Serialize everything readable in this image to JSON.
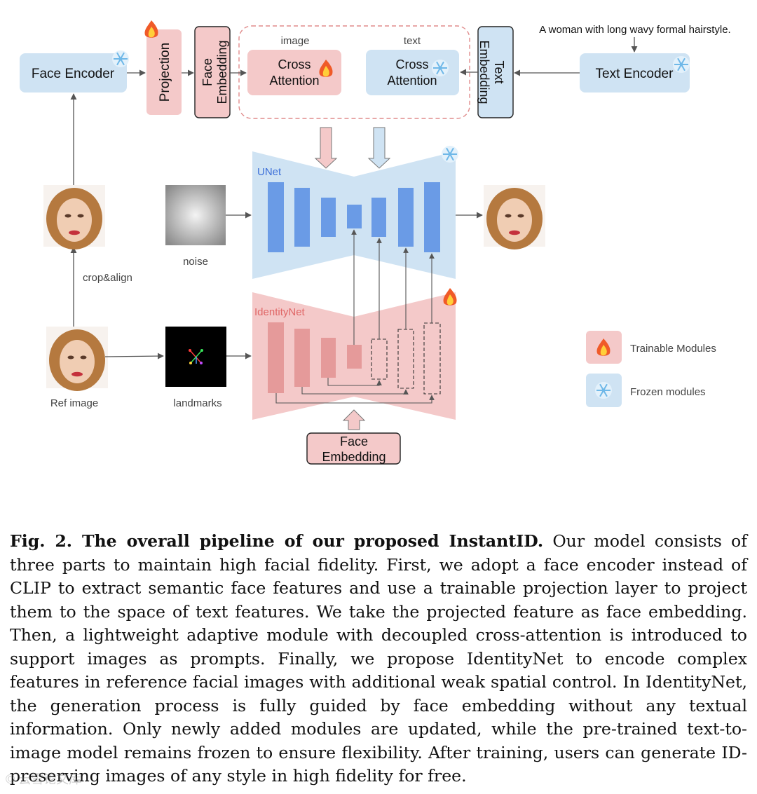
{
  "modules": {
    "face_encoder": "Face Encoder",
    "projection": "Projection",
    "face_embedding": "Face Embedding",
    "cross_attention_image": "Cross Attention",
    "cross_attention_text": "Cross Attention",
    "text_embedding": "Text Embedding",
    "text_encoder": "Text Encoder",
    "unet": "UNet",
    "identitynet": "IdentityNet",
    "face_embedding_bottom": "Face Embedding"
  },
  "labels": {
    "image": "image",
    "text": "text",
    "prompt": "A woman with long wavy formal hairstyle.",
    "noise": "noise",
    "crop_align": "crop&align",
    "ref_image": "Ref image",
    "landmarks": "landmarks"
  },
  "legend": {
    "trainable": "Trainable Modules",
    "frozen": "Frozen modules"
  },
  "caption": {
    "lead": "Fig. 2. The overall pipeline of our proposed InstantID.",
    "body": " Our model consists of three parts to maintain high facial fidelity. First, we adopt a face encoder instead of CLIP to extract semantic face features and use a trainable projection layer to project them to the space of text features. We take the projected feature as face embedding. Then, a lightweight adaptive module with decoupled cross-attention is introduced to support images as prompts. Finally, we propose IdentityNet to encode complex features in reference facial images with additional weak spatial control. In IdentityNet, the generation process is fully guided by face embedding without any textual information. Only newly added modules are updated, while the pre-trained text-to-image model remains frozen to ensure flexibility. After training, users can generate ID-preserving images of any style in high fidelity for free."
  },
  "watermark": "© 云雪论文库",
  "colors": {
    "trainable_fill": "#f4c9c9",
    "frozen_fill": "#cfe3f3",
    "unet_block": "#6a9be6",
    "identity_block": "#e59a9a",
    "identity_label": "#e06666",
    "unet_label": "#3c6fd8"
  }
}
